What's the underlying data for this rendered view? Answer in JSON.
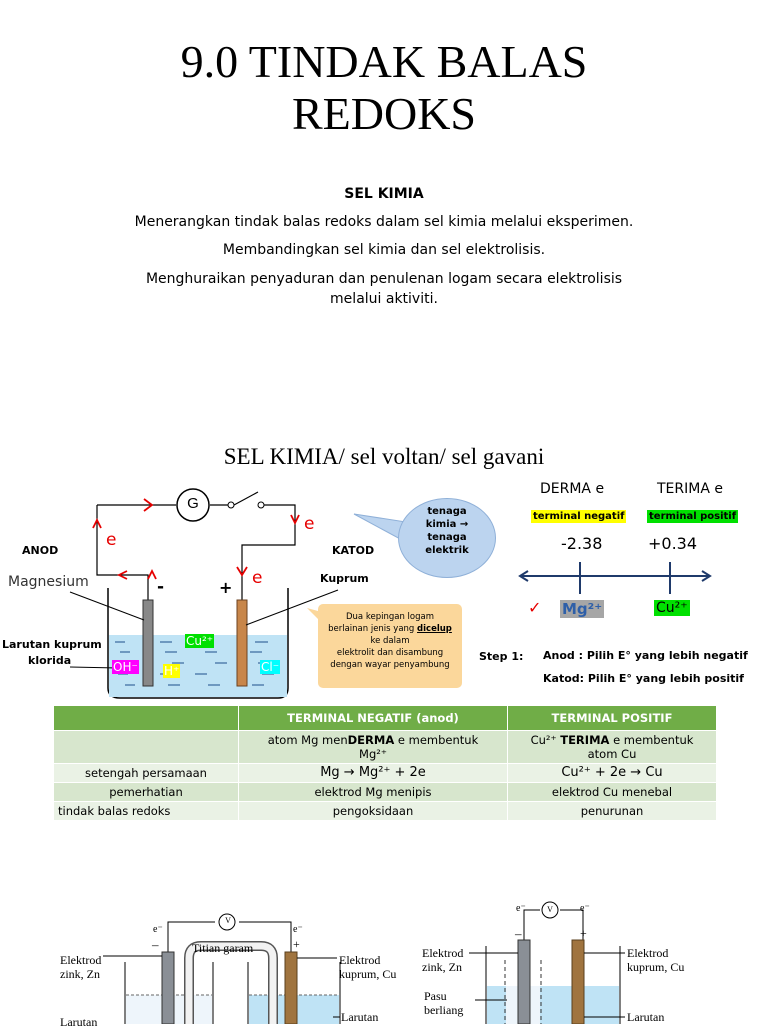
{
  "title_line1": "9.0 TINDAK BALAS",
  "title_line2": "REDOKS",
  "intro": {
    "heading": "SEL KIMIA",
    "line1": "Menerangkan tindak balas redoks dalam sel kimia melalui eksperimen.",
    "line2": "Membandingkan sel kimia dan sel elektrolisis.",
    "line3a": "Menghuraikan penyaduran dan penulenan logam secara elektrolisis",
    "line3b": "melalui aktiviti."
  },
  "section_title": "SEL KIMIA/ sel voltan/ sel gavani",
  "diagram": {
    "galvanometer": "G",
    "electron_1": "e",
    "electron_2": "e",
    "electron_3": "e",
    "anod": "ANOD",
    "katod": "KATOD",
    "magnesium": "Magnesium",
    "kuprum": "Kuprum",
    "minus": "-",
    "plus": "+",
    "larutan1": "Larutan kuprum",
    "larutan2": "klorida",
    "ion_cu": "Cu²⁺",
    "ion_oh": "OH⁻",
    "ion_h": "H⁺",
    "ion_cl": "Cl⁻",
    "bubble_l1": "tenaga",
    "bubble_l2": "kimia →",
    "bubble_l3": "tenaga",
    "bubble_l4": "elektrik",
    "note_l1": "Dua kepingan logam",
    "note_l2a": "berlainan jenis yang ",
    "note_l2b": "dicelup",
    "note_l3": "ke dalam",
    "note_l4": "elektrolit dan disambung",
    "note_l5": "dengan wayar penyambung"
  },
  "potential": {
    "derma": "DERMA e",
    "terima": "TERIMA e",
    "neg_tag": "terminal negatif",
    "pos_tag": "terminal positif",
    "neg_val": "-2.38",
    "pos_val": "+0.34",
    "check": "✓",
    "mg": "Mg²⁺",
    "cu": "Cu²⁺",
    "step": "Step 1:",
    "anod_rule": "Anod : Pilih E° yang lebih negatif",
    "katod_rule": "Katod: Pilih E° yang lebih positif"
  },
  "table": {
    "h1": "",
    "h2": "TERMINAL NEGATIF (anod)",
    "h3": "TERMINAL POSITIF",
    "r1c1": "",
    "r1c2a": "atom Mg men",
    "r1c2b": "DERMA",
    "r1c2c": " e membentuk",
    "r1c2d": "Mg²⁺",
    "r1c3a": "Cu²⁺ ",
    "r1c3b": "TERIMA",
    "r1c3c": " e membentuk",
    "r1c3d": "atom Cu",
    "r2c1": "setengah persamaan",
    "r2c2": "Mg → Mg²⁺  + 2e",
    "r2c3": "Cu²⁺ + 2e → Cu",
    "r3c1": "pemerhatian",
    "r3c2": "elektrod Mg menipis",
    "r3c3": "elektrod Cu menebal",
    "r4c1": "tindak balas redoks",
    "r4c2": "pengoksidaan",
    "r4c3": "penurunan"
  },
  "bottom": {
    "e_minus": "e⁻",
    "v": "V",
    "titian": "Titian garam",
    "elek_zn1": "Elektrod",
    "elek_zn2": "zink, Zn",
    "elek_cu1": "Elektrod",
    "elek_cu2": "kuprum, Cu",
    "larutan": "Larutan",
    "pasu1": "Pasu",
    "pasu2": "berliang",
    "minus": "–",
    "plus": "+"
  },
  "colors": {
    "table_header": "#70ad47",
    "table_row_dark": "#d7e6cd",
    "table_row_light": "#eaf2e5",
    "electron_red": "#e60000",
    "solution_blue": "#bfe3f5"
  }
}
